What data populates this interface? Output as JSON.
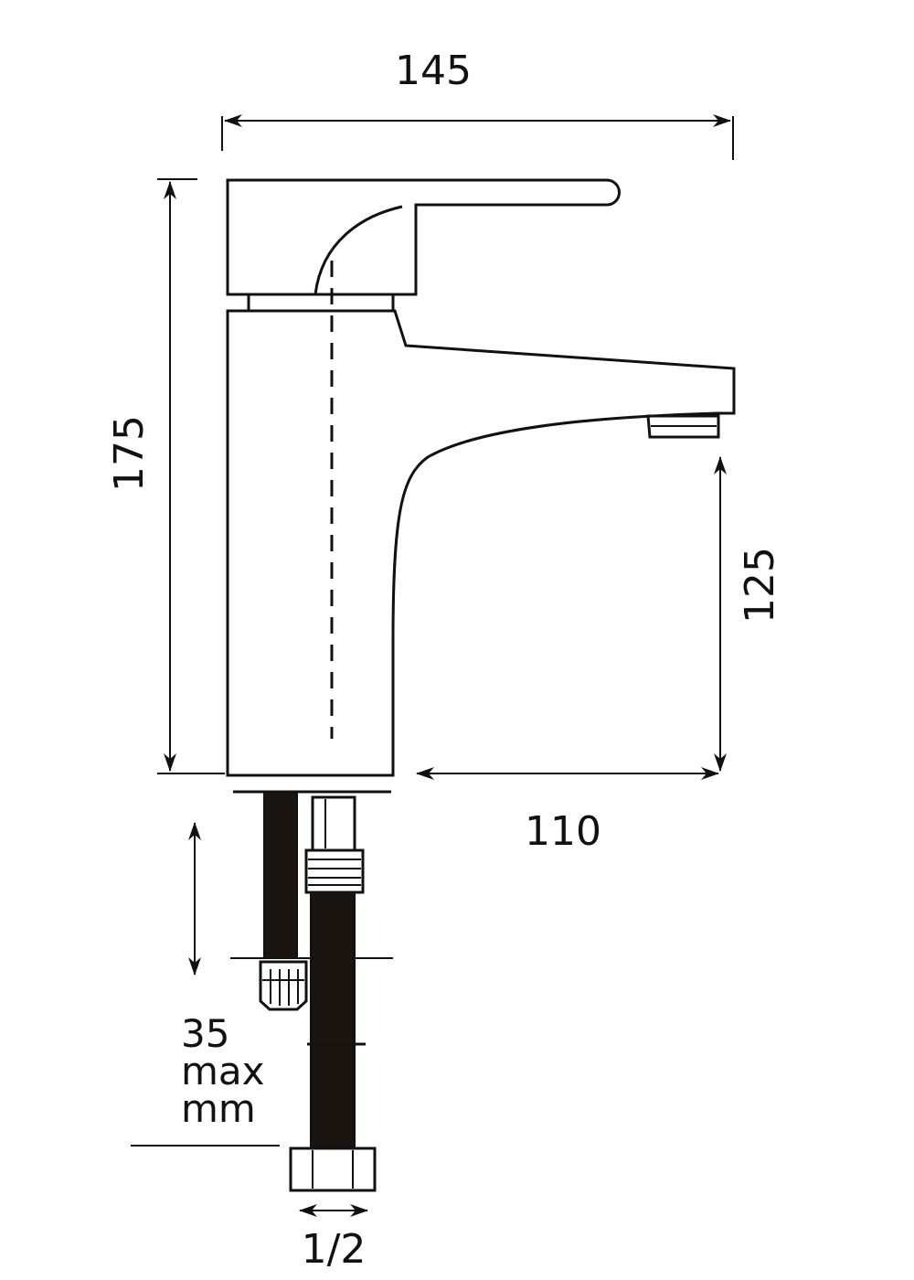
{
  "dimensions": {
    "total_width": "145",
    "total_height": "175",
    "spout_height": "125",
    "spout_reach": "110",
    "thread_size": "1/2"
  },
  "mounting_note": {
    "line1": "35",
    "line2": "max",
    "line3": "mm"
  }
}
